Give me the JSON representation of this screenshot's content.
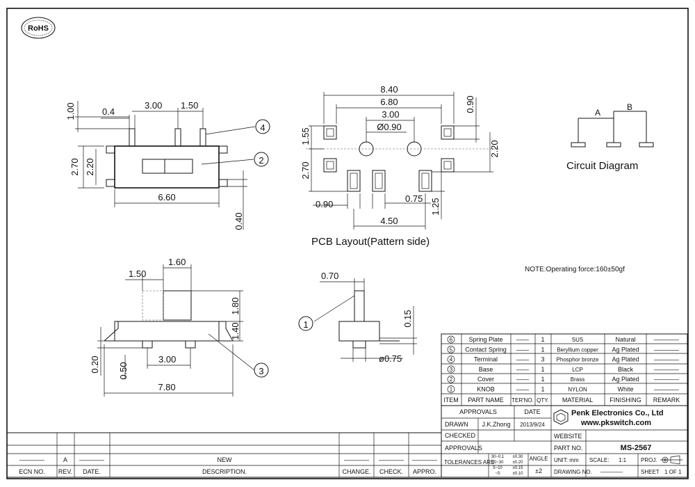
{
  "logo": {
    "text": "RoHS"
  },
  "dims": {
    "top_view": {
      "d100": "1.00",
      "d04": "0.4",
      "d300": "3.00",
      "d150": "1.50",
      "d270": "2.70",
      "d220": "2.20",
      "d660": "6.60",
      "d040": "0.40",
      "c4": "4",
      "c2": "2"
    },
    "pcb": {
      "d840": "8.40",
      "d680": "6.80",
      "d300": "3.00",
      "hole": "Ø0.90",
      "d090r": "0.90",
      "d155": "1.55",
      "d270": "2.70",
      "d220": "2.20",
      "d090": "0.90",
      "d075": "0.75",
      "d125": "1.25",
      "d450": "4.50"
    },
    "side": {
      "d160": "1.60",
      "d150": "1.50",
      "d180": "1.80",
      "d140": "1.40",
      "d020": "0.20",
      "d050": "0.50",
      "d300": "3.00",
      "d780": "7.80",
      "c3": "3"
    },
    "end": {
      "d070": "0.70",
      "d015": "0.15",
      "d075": "ø0.75",
      "c1": "1"
    }
  },
  "pcb_title": "PCB Layout(Pattern side)",
  "circuit": {
    "title": "Circuit Diagram",
    "label_a": "A",
    "label_b": "B"
  },
  "note": "NOTE:Operating force:160±50gf",
  "bom": {
    "rows": [
      {
        "no": "6",
        "part": "Spring Plate",
        "dash": "——",
        "qty": "1",
        "material": "SUS",
        "finish": "Natural",
        "remark": "————"
      },
      {
        "no": "5",
        "part": "Contact Spring",
        "dash": "——",
        "qty": "1",
        "material": "Beryllium copper",
        "finish": "Ag Plated",
        "remark": "————"
      },
      {
        "no": "4",
        "part": "Terminal",
        "dash": "——",
        "qty": "3",
        "material": "Phosphor bronze",
        "finish": "Ag Plated",
        "remark": "————"
      },
      {
        "no": "3",
        "part": "Base",
        "dash": "——",
        "qty": "1",
        "material": "LCP",
        "finish": "Black",
        "remark": "————"
      },
      {
        "no": "2",
        "part": "Cover",
        "dash": "——",
        "qty": "1",
        "material": "Brass",
        "finish": "Ag Plated",
        "remark": "————"
      },
      {
        "no": "1",
        "part": "KNOB",
        "dash": "——",
        "qty": "1",
        "material": "NYLON",
        "finish": "White",
        "remark": "————"
      }
    ],
    "headers": {
      "item": "ITEM",
      "part": "PART NAME",
      "ter": "TER'NO.",
      "qty": "QTY.",
      "material": "MATERIAL",
      "finish": "FINISHING",
      "remark": "REMARK"
    }
  },
  "titleblock": {
    "approvals": "APPROVALS",
    "date": "DATE",
    "drawn": "DRAWN",
    "drawn_by": "J.K.Zhong",
    "drawn_date": "2013/9/24",
    "checked": "CHECKED",
    "approvals2": "APPROVALS",
    "tolerances": "TOLERANCES ARE",
    "tol_ranges": [
      "30~0.1",
      "10~30",
      "5~10",
      "~5"
    ],
    "tol_vals": [
      "±0.30",
      "±0.20",
      "±0.15",
      "±0.10"
    ],
    "angle": "ANGLE",
    "angle_val": "±2",
    "company": "Penk Electronics Co., Ltd",
    "website_url": "www.pkswitch.com",
    "website": "WEBSITE",
    "part_no": "PART NO.",
    "part_no_val": "MS-2567",
    "unit": "UNIT: mm",
    "scale": "SCALE:",
    "scale_val": "1:1",
    "proj": "PROJ.",
    "drawing_no": "DRAWING NO.",
    "drawing_no_val": "————",
    "sheet": "SHEET",
    "sheet_val": "1 OF 1"
  },
  "revblock": {
    "dash": "————",
    "rev_a": "A",
    "new": "NEW",
    "ecn": "ECN NO.",
    "rev": "REV.",
    "date": "DATE.",
    "desc": "DESCRIPTION.",
    "change": "CHANGE.",
    "check": "CHECK.",
    "appro": "APPRO."
  }
}
